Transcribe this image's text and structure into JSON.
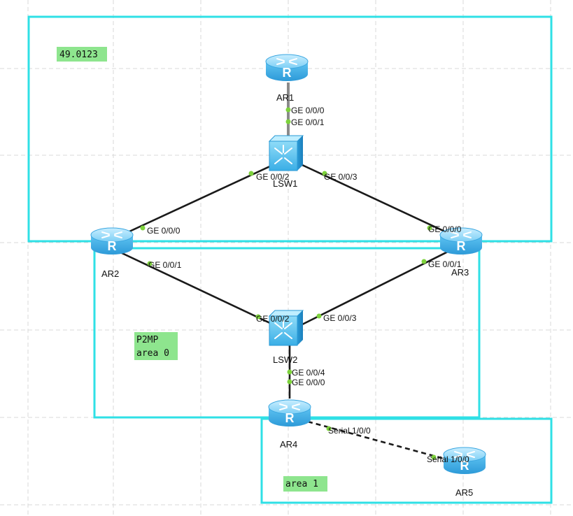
{
  "colors": {
    "area_border": "#2fe0e6",
    "tag_fill": "#8ee58e",
    "port_dot": "#7dd23c",
    "router_body": "#4bb8ee",
    "switch_body": "#6fd0f4"
  },
  "tags": {
    "area_id": "49.0123",
    "p2mp_line1": "P2MP",
    "p2mp_line2": "area 0",
    "area1": "area 1"
  },
  "devices": {
    "ar1": {
      "name": "AR1",
      "icon": "router-icon"
    },
    "ar2": {
      "name": "AR2",
      "icon": "router-icon"
    },
    "ar3": {
      "name": "AR3",
      "icon": "router-icon"
    },
    "ar4": {
      "name": "AR4",
      "icon": "router-icon"
    },
    "ar5": {
      "name": "AR5",
      "icon": "router-icon"
    },
    "lsw1": {
      "name": "LSW1",
      "icon": "switch-icon"
    },
    "lsw2": {
      "name": "LSW2",
      "icon": "switch-icon"
    }
  },
  "ports": {
    "ar1_ge000": "GE 0/0/0",
    "lsw1_ge001": "GE 0/0/1",
    "lsw1_ge002": "GE 0/0/2",
    "lsw1_ge003": "GE 0/0/3",
    "ar2_ge000": "GE 0/0/0",
    "ar2_ge001": "GE 0/0/1",
    "ar3_ge000": "GE 0/0/0",
    "ar3_ge001": "GE 0/0/1",
    "lsw2_ge002": "GE 0/0/2",
    "lsw2_ge003": "GE 0/0/3",
    "lsw2_ge004": "GE 0/0/4",
    "ar4_ge000": "GE 0/0/0",
    "ar4_serial": "Serial 1/0/0",
    "ar5_serial": "Serial 1/0/0"
  }
}
